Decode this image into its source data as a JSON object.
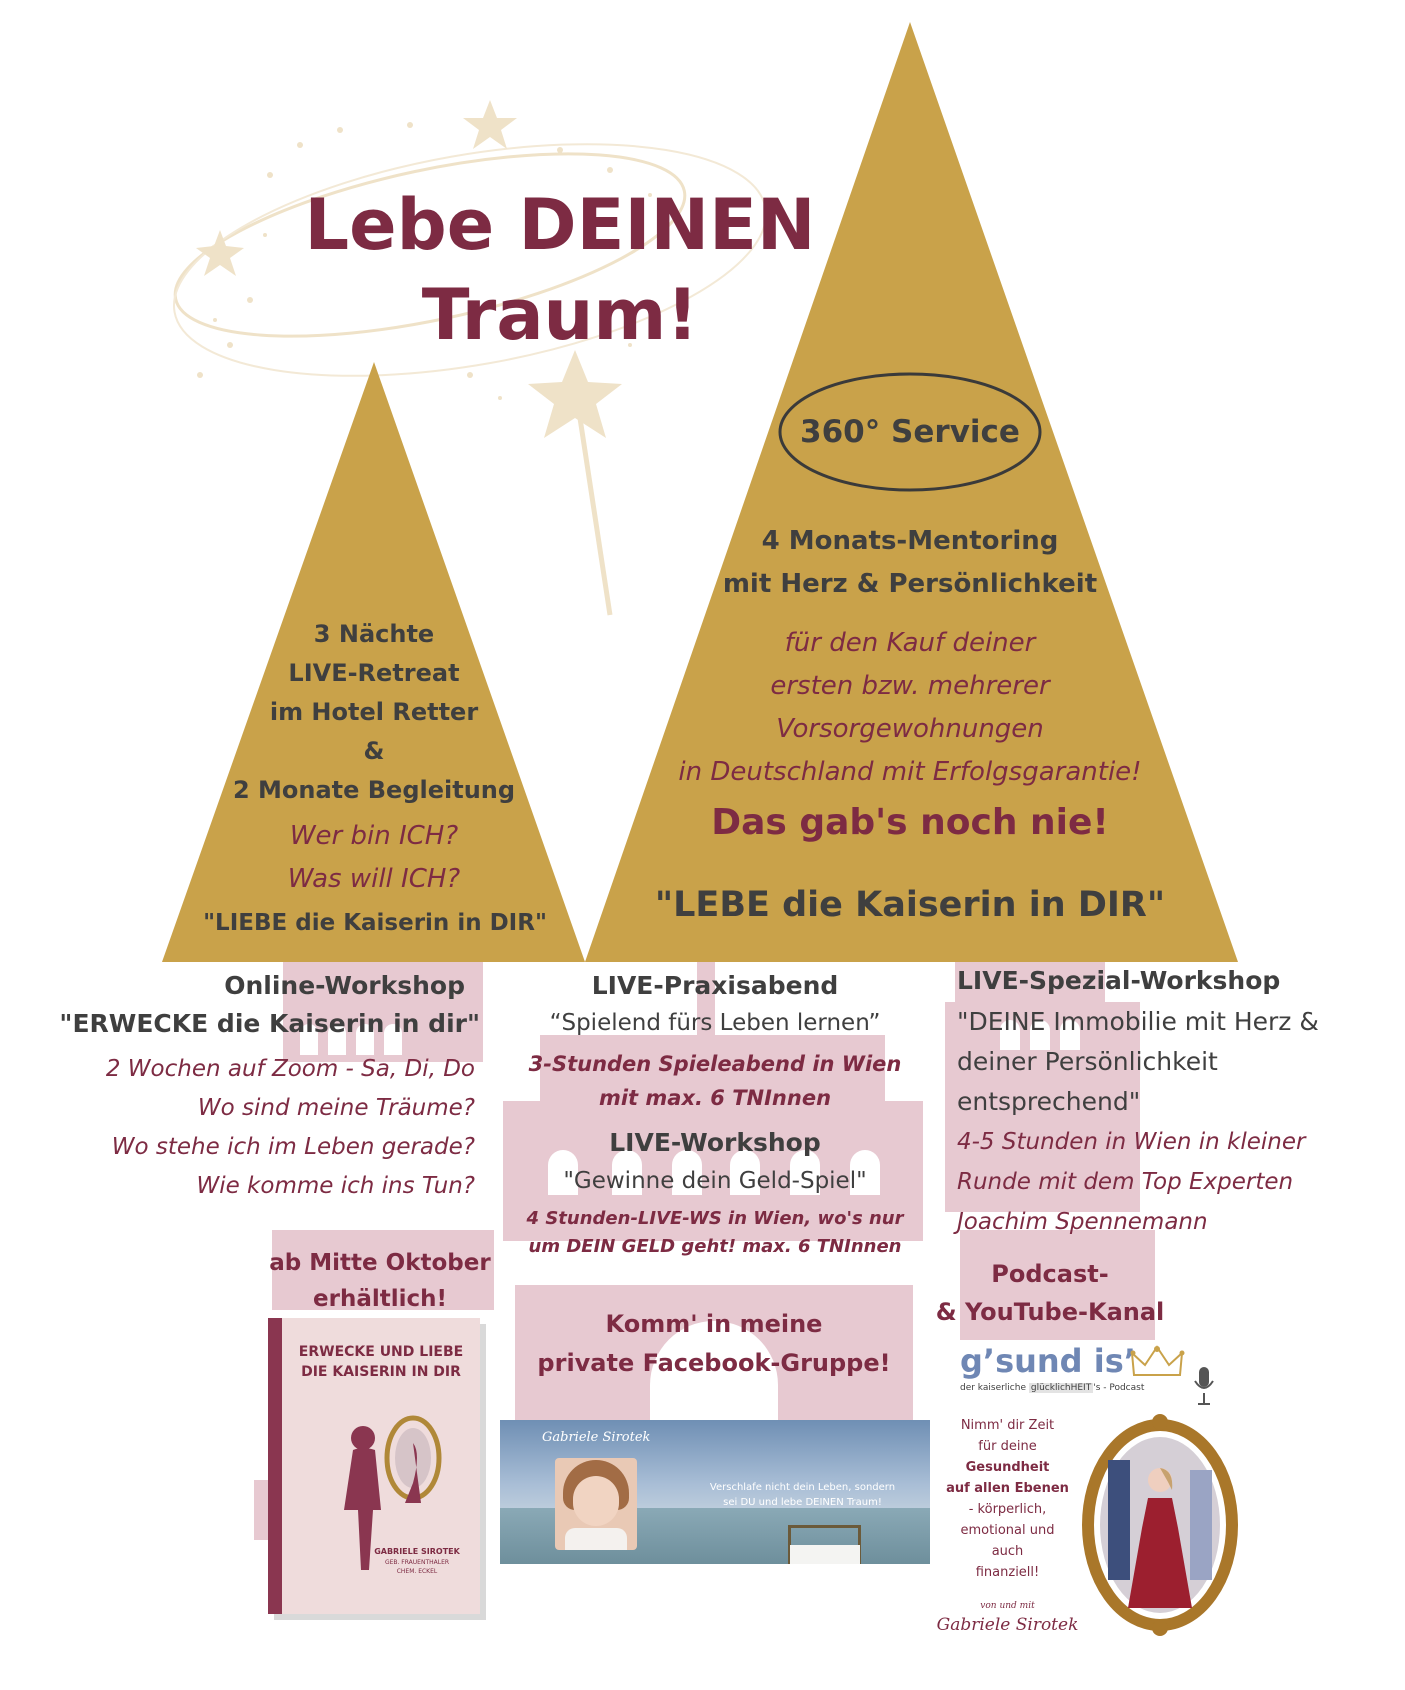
{
  "title": {
    "line1": "Lebe DEINEN",
    "line2": "Traum!"
  },
  "colors": {
    "gold": "#c9a24a",
    "bordeaux": "#7d2b43",
    "pink": "#e7c9d1",
    "text": "#3f3f3f"
  },
  "left_peak": {
    "lines": [
      "3 Nächte",
      "LIVE-Retreat",
      "im Hotel Retter",
      "&",
      "2 Monate Begleitung"
    ],
    "questions": [
      "Wer bin ICH?",
      "Was will ICH?"
    ],
    "motto": "\"LIEBE die Kaiserin in DIR\""
  },
  "right_peak": {
    "badge": "360° Service",
    "heading": [
      "4 Monats-Mentoring",
      "mit Herz & Persönlichkeit"
    ],
    "description": [
      "für den Kauf deiner",
      "ersten bzw. mehrerer",
      "Vorsorgewohnungen",
      "in Deutschland mit Erfolgsgarantie!"
    ],
    "highlight": "Das gab's noch nie!",
    "motto": "\"LEBE die Kaiserin in DIR\""
  },
  "online_workshop": {
    "heading": "Online-Workshop",
    "name": "\"ERWECKE die Kaiserin in dir\"",
    "details": [
      "2 Wochen auf Zoom - Sa, Di, Do",
      "Wo sind meine Träume?",
      "Wo stehe ich im Leben gerade?",
      "Wie komme ich ins Tun?"
    ]
  },
  "praxisabend": {
    "heading": "LIVE-Praxisabend",
    "subtitle": "“Spielend fürs Leben lernen”",
    "details": [
      "3-Stunden Spieleabend in Wien",
      "mit max. 6 TNInnen"
    ]
  },
  "live_workshop": {
    "heading": "LIVE-Workshop",
    "subtitle": "\"Gewinne dein Geld-Spiel\"",
    "details": [
      "4 Stunden-LIVE-WS in Wien, wo's nur",
      "um DEIN GELD geht! max. 6 TNInnen"
    ]
  },
  "spezial_workshop": {
    "heading": "LIVE-Spezial-Workshop",
    "name": [
      "\"DEINE Immobilie mit Herz &",
      "deiner Persönlichkeit",
      "entsprechend\""
    ],
    "details": [
      "4-5 Stunden in Wien in kleiner",
      "Runde mit dem Top Experten",
      "Joachim Spennemann"
    ]
  },
  "book_promo": {
    "availability": [
      "ab Mitte Oktober",
      "erhältlich!"
    ],
    "cover_title": [
      "ERWECKE UND LIEBE",
      "DIE KAISERIN IN DIR"
    ],
    "author": "GABRIELE SIROTEK",
    "author_sub": [
      "GEB. FRAUENTHALER",
      "CHEM. ECKEL"
    ]
  },
  "facebook": {
    "cta": [
      "Komm' in meine",
      "private Facebook-Gruppe!"
    ],
    "banner_signature": "Gabriele Sirotek",
    "banner_text": [
      "Verschlafe nicht dein Leben, sondern",
      "sei DU und lebe DEINEN Traum!"
    ]
  },
  "podcast": {
    "heading": [
      "Podcast-",
      "& YouTube-Kanal"
    ],
    "logo_main": "g’sund is’",
    "logo_sub_prefix": "der kaiserliche",
    "logo_sub_highlight": "glücklichHEIT",
    "logo_sub_suffix": "'s - Podcast",
    "message": [
      "Nimm' dir Zeit",
      "für deine",
      "Gesundheit",
      "auf allen Ebenen",
      "- körperlich,",
      "emotional und",
      "auch",
      "finanziell!"
    ],
    "signature_pre": "von und mit",
    "signature": "Gabriele Sirotek"
  }
}
